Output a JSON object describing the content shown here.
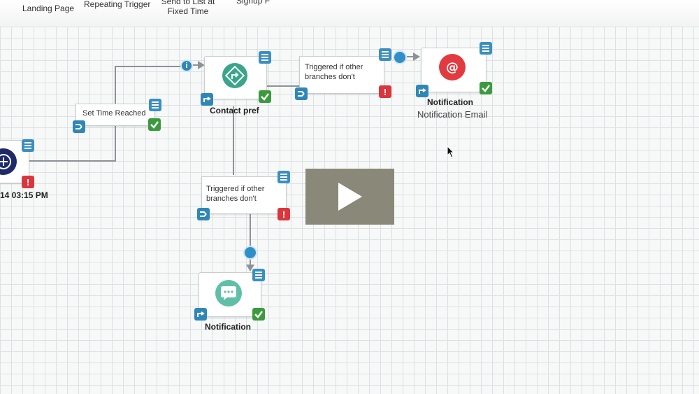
{
  "toolbar": {
    "items": [
      "Landing Page",
      "Repeating Trigger",
      "Send to List at",
      "Fixed Time",
      "Signup F"
    ]
  },
  "canvas": {
    "start_node": {
      "time": "14 03:15 PM"
    },
    "set_time": {
      "label": "Set Time Reached"
    },
    "contact_pref": {
      "label": "Contact pref"
    },
    "trigger_top": {
      "line1": "Triggered if other",
      "line2": "branches don't"
    },
    "trigger_mid": {
      "line1": "Triggered if other",
      "line2": "branches don't"
    },
    "notif_email": {
      "title": "Notification",
      "subtitle": "Notification Email"
    },
    "notif_sms": {
      "title": "Notification"
    },
    "info_marker": "i"
  },
  "colors": {
    "accent_blue": "#2f87b6",
    "success_green": "#3c9a3e",
    "warn_red": "#d9363e",
    "email_red": "#e23a3f",
    "contact_green": "#3aa58a",
    "chat_teal": "#5fbfa9",
    "start_navy": "#1f2a6b"
  },
  "icons": [
    "menu-icon",
    "check-icon",
    "warning-icon",
    "route-icon",
    "shuffle-icon",
    "at-icon",
    "chat-icon",
    "turn-arrow-icon",
    "play-icon",
    "info-icon",
    "cursor-icon"
  ]
}
